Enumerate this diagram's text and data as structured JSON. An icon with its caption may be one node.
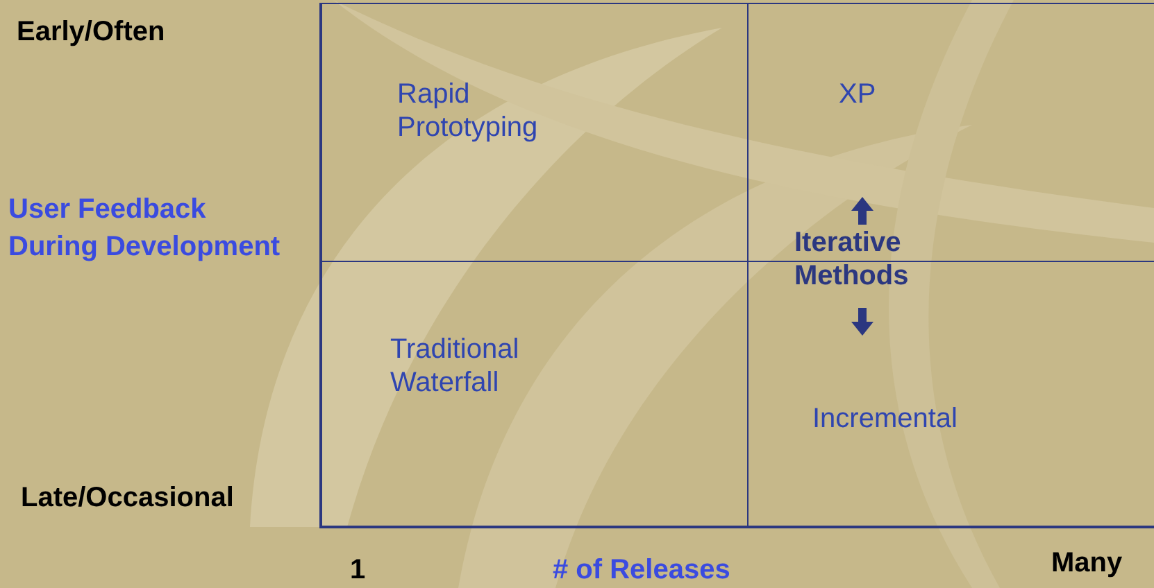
{
  "diagram": {
    "nodes": [
      {
        "text": [
          "Rapid Prototyping"
        ]
      },
      {
        "text": [
          "XP"
        ]
      },
      {
        "text": [
          "Iterative Methods"
        ]
      },
      {
        "text": [
          "Traditional Waterfall"
        ]
      },
      {
        "text": [
          "Incremental"
        ]
      }
    ],
    "labels": [
      "Early/Often",
      "User Feedback During Development",
      "Late/Occasional",
      "1",
      "# of Releases",
      "Many"
    ]
  }
}
